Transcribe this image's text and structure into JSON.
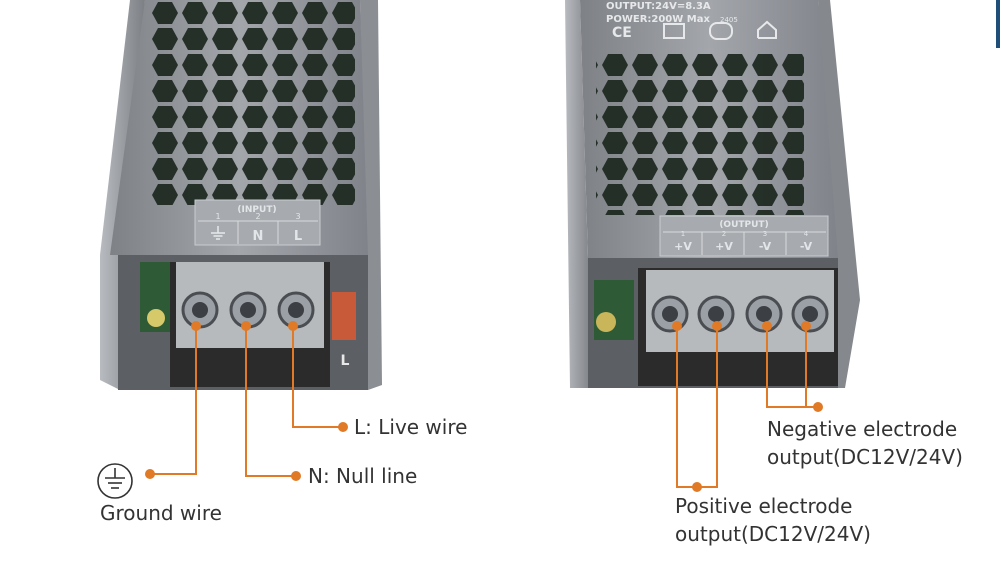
{
  "colors": {
    "leader": "#e07a26",
    "housing": "#8e9196",
    "housing_dark": "#6f7277",
    "terminal": "#2b2b2b",
    "cover": "#d9dde0",
    "label_text": "#333333",
    "accent_bar": "#1f4e79"
  },
  "left_unit": {
    "input_header": "(INPUT)",
    "pin_numbers": [
      "1",
      "2",
      "3"
    ],
    "pin_labels": [
      "N",
      "L"
    ],
    "ground_symbol": "ground-icon",
    "side_mark": "L"
  },
  "right_unit": {
    "output_spec": "OUTPUT:24V=8.3A",
    "power_spec": "POWER:200W Max",
    "batch_code": "2405",
    "output_header": "(OUTPUT)",
    "pin_numbers": [
      "1",
      "2",
      "3",
      "4"
    ],
    "pin_labels": [
      "+V",
      "+V",
      "-V",
      "-V"
    ],
    "cert_marks": [
      "CE"
    ]
  },
  "annotations": {
    "live": "L: Live wire",
    "null": "N: Null line",
    "ground": "Ground wire",
    "negative_line1": "Negative electrode",
    "negative_line2": "output(DC12V/24V)",
    "positive_line1": "Positive electrode",
    "positive_line2": "output(DC12V/24V)"
  }
}
